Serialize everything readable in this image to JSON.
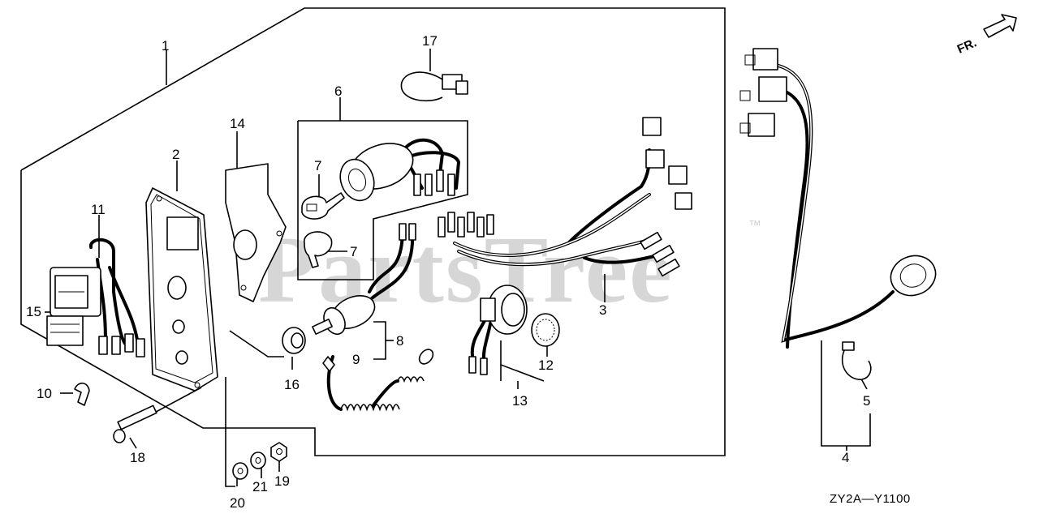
{
  "diagram": {
    "watermark": "PartsTree",
    "trademark": "™",
    "direction_label": "FR.",
    "diagram_code": "ZY2A—Y1100",
    "callouts": {
      "c1": "1",
      "c2": "2",
      "c3": "3",
      "c4": "4",
      "c5": "5",
      "c6": "6",
      "c7a": "7",
      "c7b": "7",
      "c8": "8",
      "c9": "9",
      "c10": "10",
      "c11": "11",
      "c12": "12",
      "c13": "13",
      "c14": "14",
      "c15": "15",
      "c16": "16",
      "c17": "17",
      "c18": "18",
      "c19": "19",
      "c20": "20",
      "c21": "21"
    }
  }
}
